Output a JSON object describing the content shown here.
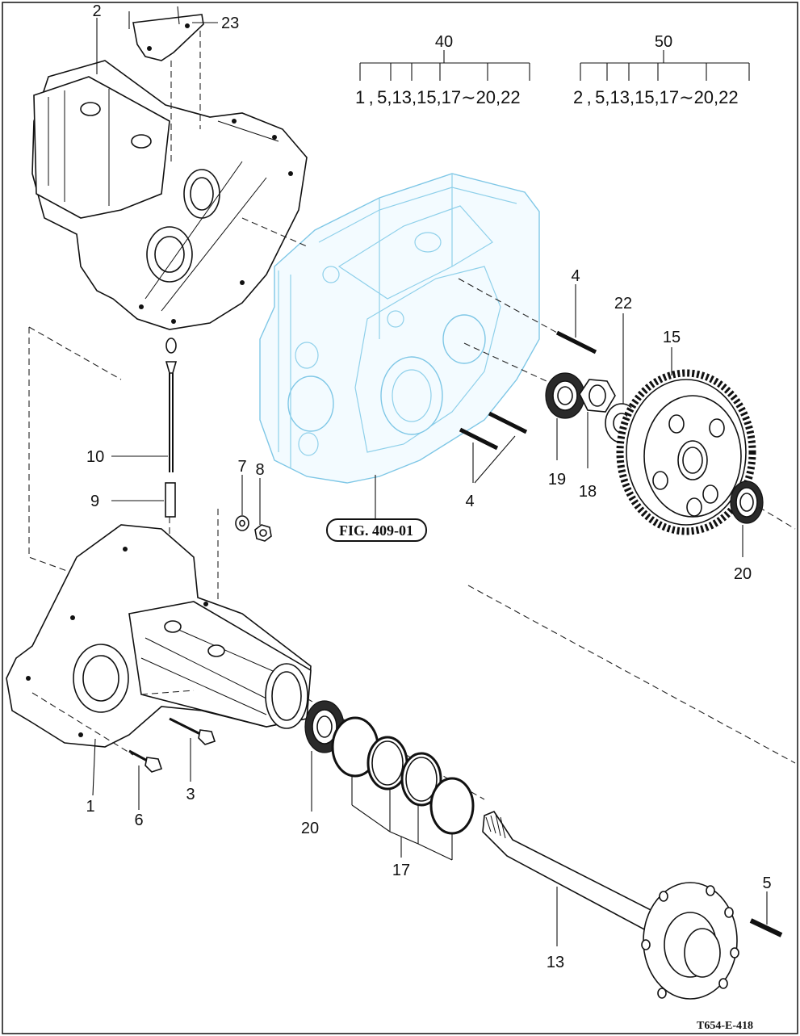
{
  "kits": [
    {
      "number": "40",
      "members": "1 , 5,13,15,17∼20,22"
    },
    {
      "number": "50",
      "members": "2 , 5,13,15,17∼20,22"
    }
  ],
  "callouts": {
    "c1": "1",
    "c2": "2",
    "c3": "3",
    "c4a": "4",
    "c4b": "4",
    "c5": "5",
    "c6": "6",
    "c7": "7",
    "c8": "8",
    "c9": "9",
    "c10": "10",
    "c13": "13",
    "c15": "15",
    "c17": "17",
    "c18": "18",
    "c19": "19",
    "c20a": "20",
    "c20b": "20",
    "c22": "22",
    "c23": "23"
  },
  "figure_reference": "FIG. 409-01",
  "drawing_code": "T654-E-418",
  "colors": {
    "reference_part": "#7fc7e6",
    "line": "#111111"
  }
}
